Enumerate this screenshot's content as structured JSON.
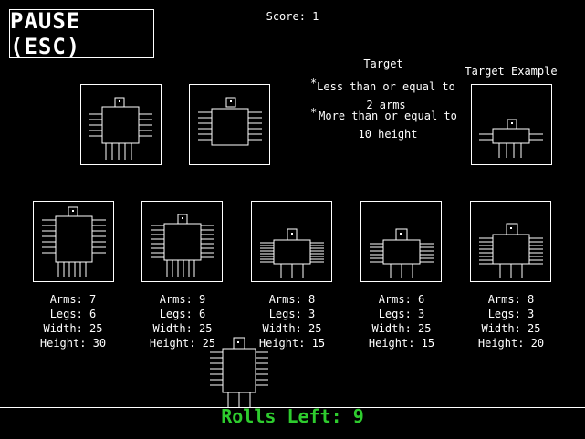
{
  "header": {
    "pause_label": "PAUSE (ESC)",
    "score_text": "Score: 1"
  },
  "target": {
    "title": "Target",
    "rule1": "Less than or equal to 2 arms",
    "rule2": "More than or equal to 10 height",
    "bullet": "*"
  },
  "target_example": {
    "title": "Target Example"
  },
  "candidates": [
    {
      "arms_label": "Arms: 7",
      "legs_label": "Legs: 6",
      "width_label": "Width: 25",
      "height_label": "Height: 30"
    },
    {
      "arms_label": "Arms: 9",
      "legs_label": "Legs: 6",
      "width_label": "Width: 25",
      "height_label": "Height: 25"
    },
    {
      "arms_label": "Arms: 8",
      "legs_label": "Legs: 3",
      "width_label": "Width: 25",
      "height_label": "Height: 15"
    },
    {
      "arms_label": "Arms: 6",
      "legs_label": "Legs: 3",
      "width_label": "Width: 25",
      "height_label": "Height: 15"
    },
    {
      "arms_label": "Arms: 8",
      "legs_label": "Legs: 3",
      "width_label": "Width: 25",
      "height_label": "Height: 20"
    }
  ],
  "footer": {
    "rolls_left": "Rolls Left: 9"
  },
  "colors": {
    "background": "#000000",
    "foreground": "#ffffff",
    "rolls_text": "#2ecc2e"
  }
}
